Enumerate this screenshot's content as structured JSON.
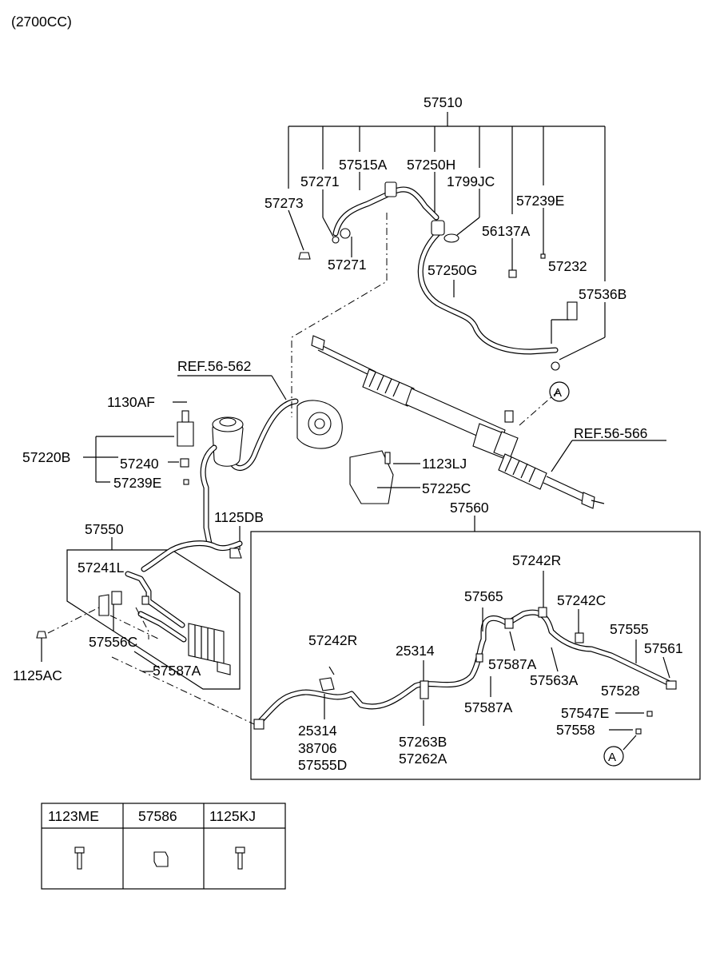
{
  "header": {
    "engine": "(2700CC)"
  },
  "callouts": {
    "c57510": "57510",
    "c57271_top": "57271",
    "c57515A": "57515A",
    "c57250H": "57250H",
    "c1799JC": "1799JC",
    "c57273": "57273",
    "c57239E_top": "57239E",
    "c56137A": "56137A",
    "c57271_bot": "57271",
    "c57250G": "57250G",
    "c57232": "57232",
    "c57536B": "57536B",
    "ref56562": "REF.56-562",
    "c1130AF": "1130AF",
    "c57220B": "57220B",
    "c57240": "57240",
    "c57239E_left": "57239E",
    "c1123LJ": "1123LJ",
    "c57225C": "57225C",
    "ref56566": "REF.56-566",
    "c57560": "57560",
    "c1125DB": "1125DB",
    "c57550": "57550",
    "c57241L": "57241L",
    "c57556C": "57556C",
    "c57587A_left": "57587A",
    "c1125AC": "1125AC",
    "c57242R_top": "57242R",
    "c57565": "57565",
    "c57242C": "57242C",
    "c57555": "57555",
    "c57561": "57561",
    "c57242R_mid": "57242R",
    "c25314_top": "25314",
    "c57587A_mid": "57587A",
    "c57563A": "57563A",
    "c57528": "57528",
    "c57587A_low": "57587A",
    "c57547E": "57547E",
    "c57558": "57558",
    "c25314_bot": "25314",
    "c38706": "38706",
    "c57555D": "57555D",
    "c57263B": "57263B",
    "c57262A": "57262A",
    "markerA": "A"
  },
  "legend": {
    "headers": [
      "1123ME",
      "57586",
      "1125KJ"
    ]
  }
}
